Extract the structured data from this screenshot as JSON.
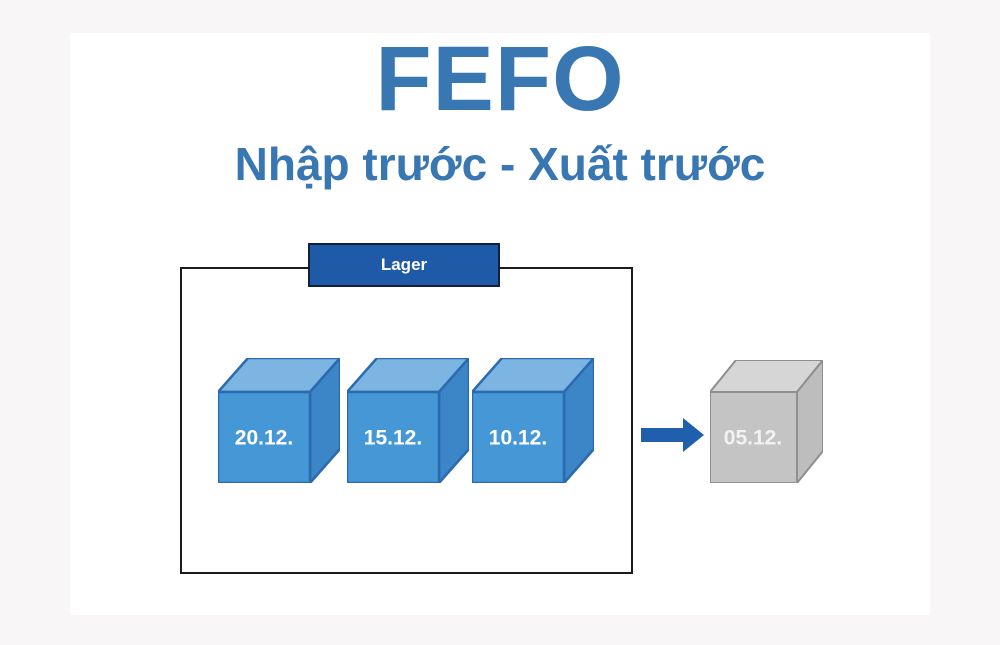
{
  "title": "FEFO",
  "subtitle": "Nhập trước - Xuất trước",
  "warehouse": {
    "label": "Lager",
    "cubes": [
      {
        "date": "20.12."
      },
      {
        "date": "15.12."
      },
      {
        "date": "10.12."
      }
    ]
  },
  "output_cube": {
    "date": "05.12."
  },
  "colors": {
    "background": "#f8f6f6",
    "canvas": "#ffffff",
    "title_text": "#3877b2",
    "outline": "#1b1b1b",
    "label_fill": "#1e5aa7",
    "label_border": "#13203c",
    "label_text": "#ffffff",
    "arrow": "#1f5fad",
    "cube_front": "#4697d6",
    "cube_top": "#7cb4e2",
    "cube_side": "#3c85c6",
    "cube_stroke": "#2a6ab0",
    "cube_text": "#ffffff",
    "gray_front": "#c4c4c4",
    "gray_top": "#d6d6d6",
    "gray_side": "#bdbdbd",
    "gray_stroke": "#8f8f8f",
    "gray_text": "#f2f2f2"
  }
}
